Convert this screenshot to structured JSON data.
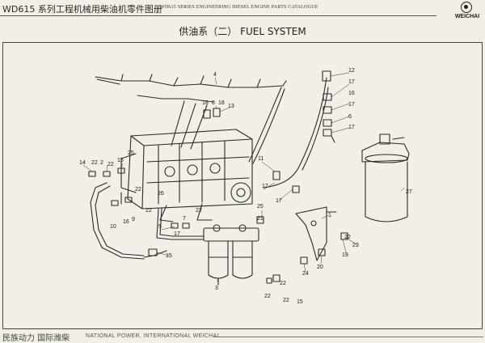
{
  "header": {
    "title_cn": "WD615 系列工程机械用柴油机零件图册",
    "title_en": "WD615 SERIES ENGINEERING DIESEL ENGINE PARTS CATALOGUE",
    "logo_text": "WEICHAI"
  },
  "page_title": "供油系（二） FUEL SYSTEM",
  "callouts": [
    "1",
    "2",
    "3",
    "4",
    "5",
    "6",
    "7",
    "8",
    "9",
    "10",
    "11",
    "12",
    "13",
    "14",
    "15",
    "16",
    "17",
    "18",
    "19",
    "20",
    "21",
    "22",
    "23",
    "24",
    "25",
    "26",
    "27"
  ],
  "footer": {
    "slogan_cn": "民族动力 国际潍柴",
    "slogan_en": "NATIONAL POWER, INTERNATIONAL WEICHAI"
  },
  "colors": {
    "background": "#f1efe6",
    "ink": "#222222"
  }
}
